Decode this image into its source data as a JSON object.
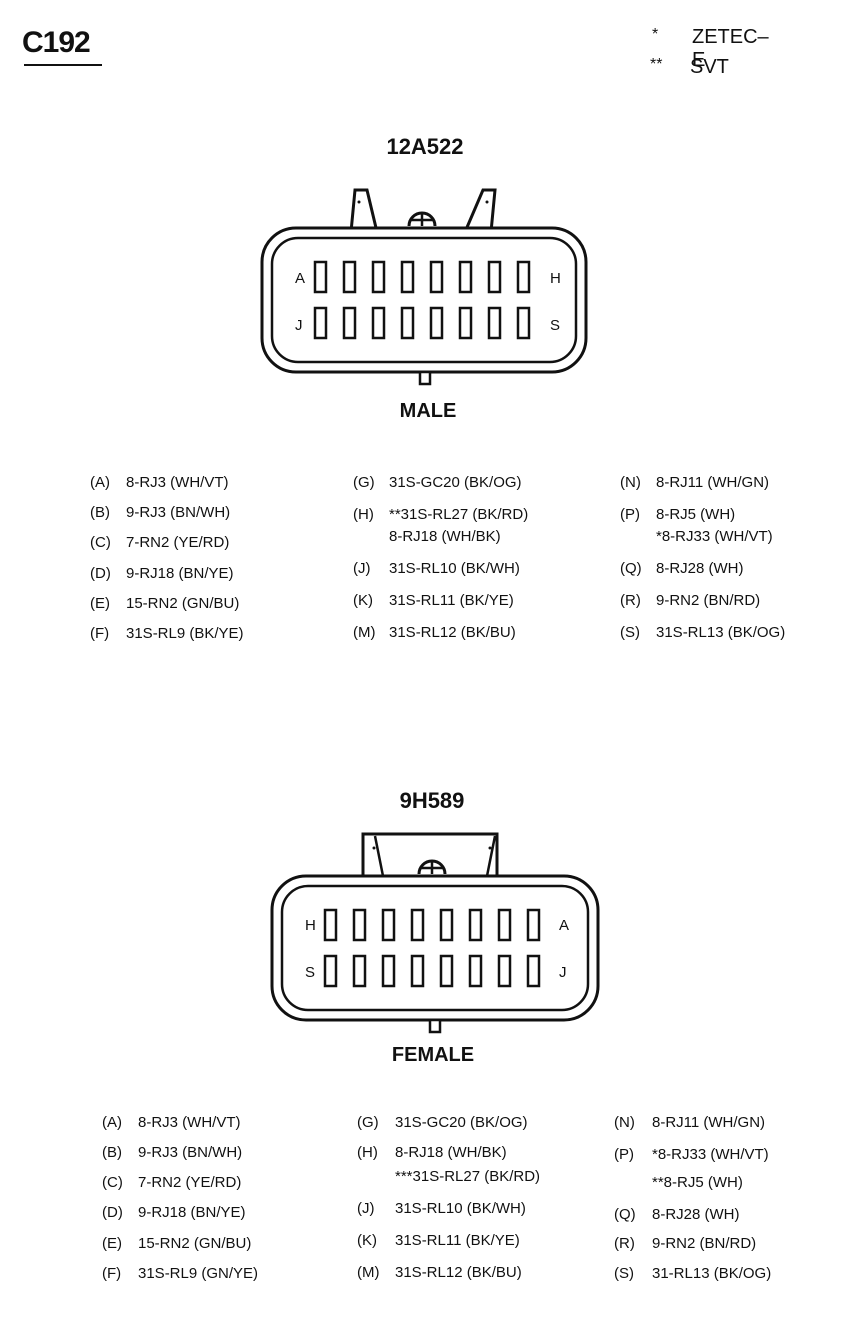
{
  "title": "C192",
  "legend": [
    {
      "symbol": "*",
      "text": "ZETEC–E"
    },
    {
      "symbol": "**",
      "text": "SVT"
    }
  ],
  "connectors": [
    {
      "part": "12A522",
      "gender": "MALE",
      "corner_labels": {
        "top_left": "A",
        "top_right": "H",
        "bottom_left": "J",
        "bottom_right": "S"
      },
      "columns": [
        [
          {
            "pin": "(A)",
            "lines": [
              "8-RJ3 (WH/VT)"
            ]
          },
          {
            "pin": "(B)",
            "lines": [
              "9-RJ3 (BN/WH)"
            ]
          },
          {
            "pin": "(C)",
            "lines": [
              "7-RN2 (YE/RD)"
            ]
          },
          {
            "pin": "(D)",
            "lines": [
              "9-RJ18 (BN/YE)"
            ]
          },
          {
            "pin": "(E)",
            "lines": [
              "15-RN2 (GN/BU)"
            ]
          },
          {
            "pin": "(F)",
            "lines": [
              "31S-RL9 (BK/YE)"
            ]
          }
        ],
        [
          {
            "pin": "(G)",
            "lines": [
              "31S-GC20 (BK/OG)"
            ]
          },
          {
            "pin": "(H)",
            "lines": [
              "**31S-RL27 (BK/RD)",
              "8-RJ18 (WH/BK)"
            ]
          },
          {
            "pin": "(J)",
            "lines": [
              "31S-RL10 (BK/WH)"
            ]
          },
          {
            "pin": "(K)",
            "lines": [
              "31S-RL11 (BK/YE)"
            ]
          },
          {
            "pin": "(M)",
            "lines": [
              "31S-RL12 (BK/BU)"
            ]
          }
        ],
        [
          {
            "pin": "(N)",
            "lines": [
              "8-RJ11 (WH/GN)"
            ]
          },
          {
            "pin": "(P)",
            "lines": [
              "8-RJ5 (WH)",
              "*8-RJ33 (WH/VT)"
            ]
          },
          {
            "pin": "(Q)",
            "lines": [
              "8-RJ28 (WH)"
            ]
          },
          {
            "pin": "(R)",
            "lines": [
              "9-RN2 (BN/RD)"
            ]
          },
          {
            "pin": "(S)",
            "lines": [
              "31S-RL13 (BK/OG)"
            ]
          }
        ]
      ]
    },
    {
      "part": "9H589",
      "gender": "FEMALE",
      "corner_labels": {
        "top_left": "H",
        "top_right": "A",
        "bottom_left": "S",
        "bottom_right": "J"
      },
      "columns": [
        [
          {
            "pin": "(A)",
            "lines": [
              "8-RJ3 (WH/VT)"
            ]
          },
          {
            "pin": "(B)",
            "lines": [
              "9-RJ3 (BN/WH)"
            ]
          },
          {
            "pin": "(C)",
            "lines": [
              "7-RN2 (YE/RD)"
            ]
          },
          {
            "pin": "(D)",
            "lines": [
              "9-RJ18 (BN/YE)"
            ]
          },
          {
            "pin": "(E)",
            "lines": [
              "15-RN2 (GN/BU)"
            ]
          },
          {
            "pin": "(F)",
            "lines": [
              "31S-RL9 (GN/YE)"
            ]
          }
        ],
        [
          {
            "pin": "(G)",
            "lines": [
              "31S-GC20 (BK/OG)"
            ]
          },
          {
            "pin": "(H)",
            "lines": [
              "8-RJ18 (WH/BK)",
              "***31S-RL27 (BK/RD)"
            ]
          },
          {
            "pin": "(J)",
            "lines": [
              "31S-RL10 (BK/WH)"
            ]
          },
          {
            "pin": "(K)",
            "lines": [
              "31S-RL11 (BK/YE)"
            ]
          },
          {
            "pin": "(M)",
            "lines": [
              "31S-RL12 (BK/BU)"
            ]
          }
        ],
        [
          {
            "pin": "(N)",
            "lines": [
              "8-RJ11 (WH/GN)"
            ]
          },
          {
            "pin": "(P)",
            "lines": [
              "*8-RJ33 (WH/VT)",
              "**8-RJ5 (WH)"
            ]
          },
          {
            "pin": "(Q)",
            "lines": [
              "8-RJ28 (WH)"
            ]
          },
          {
            "pin": "(R)",
            "lines": [
              "9-RN2 (BN/RD)"
            ]
          },
          {
            "pin": "(S)",
            "lines": [
              "31-RL13 (BK/OG)"
            ]
          }
        ]
      ]
    }
  ]
}
